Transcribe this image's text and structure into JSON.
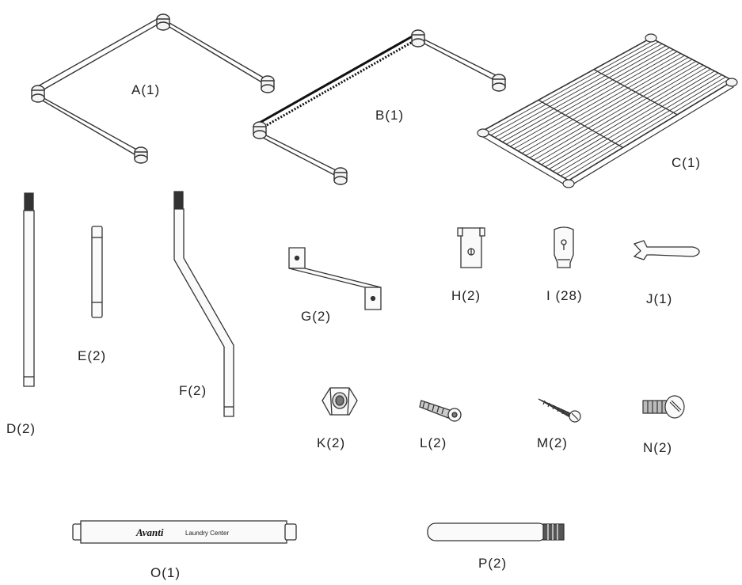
{
  "parts": {
    "a": {
      "label": "A(1)"
    },
    "b": {
      "label": "B(1)"
    },
    "c": {
      "label": "C(1)"
    },
    "d": {
      "label": "D(2)"
    },
    "e": {
      "label": "E(2)"
    },
    "f": {
      "label": "F(2)"
    },
    "g": {
      "label": "G(2)"
    },
    "h": {
      "label": "H(2)"
    },
    "i": {
      "label": "I (28)"
    },
    "j": {
      "label": "J(1)"
    },
    "k": {
      "label": "K(2)"
    },
    "l": {
      "label": "L(2)"
    },
    "m": {
      "label": "M(2)"
    },
    "n": {
      "label": "N(2)"
    },
    "o": {
      "label": "O(1)",
      "brand_text": "Avanti",
      "product_text": "Laundry Center"
    },
    "p": {
      "label": "P(2)"
    }
  },
  "colors": {
    "line": "#333333",
    "dark": "#111111",
    "fill": "#f4f4f4"
  }
}
